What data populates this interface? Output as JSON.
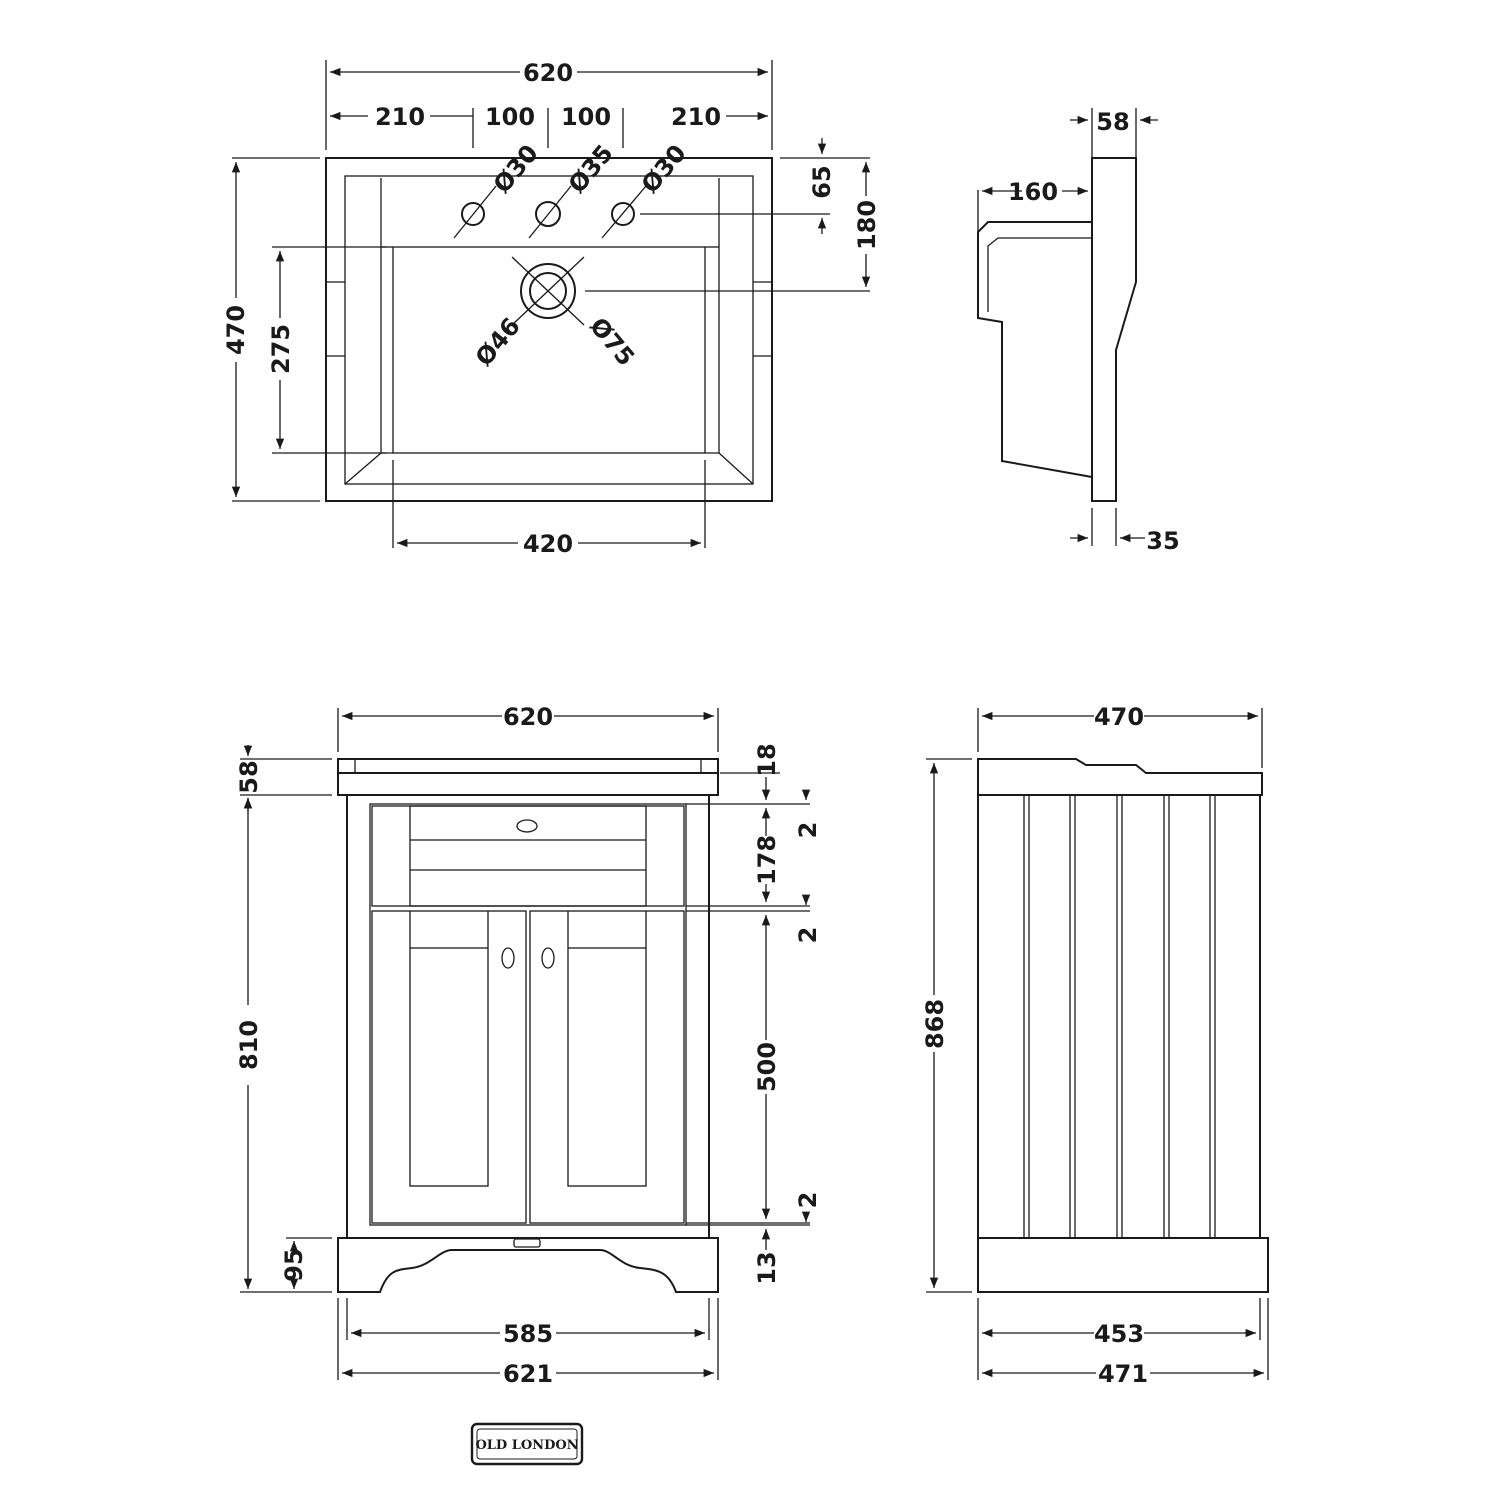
{
  "dimensions": {
    "top_plan": {
      "overall_width": "620",
      "left_offset": "210",
      "centre_left": "100",
      "centre_right": "100",
      "right_offset": "210",
      "depth": "470",
      "bowl_depth": "275",
      "bowl_width": "420",
      "tap_hole_from_back": "65",
      "waste_from_back": "180",
      "tap_hole_left": "Ø30",
      "tap_hole_centre": "Ø35",
      "tap_hole_right": "Ø30",
      "waste_inner": "Ø46",
      "waste_outer": "Ø75"
    },
    "basin_side": {
      "top_thickness": "58",
      "projection": "160",
      "rim": "35"
    },
    "front": {
      "top_width": "620",
      "basin_height": "58",
      "top_gap": "18",
      "gap_a": "2",
      "drawer_height": "178",
      "gap_b": "2",
      "door_height": "500",
      "gap_c": "2",
      "plinth_gap": "13",
      "plinth_height": "95",
      "carcass_height": "810",
      "inner_width": "585",
      "overall_width": "621"
    },
    "side": {
      "top_depth": "470",
      "overall_height": "868",
      "inner_depth": "453",
      "overall_depth": "471"
    }
  },
  "brand": {
    "name": "OLD LONDON"
  }
}
